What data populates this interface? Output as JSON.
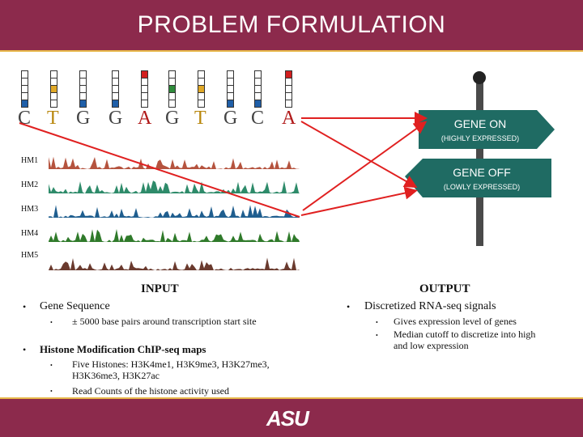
{
  "header": {
    "title": "PROBLEM FORMULATION"
  },
  "sequence": {
    "bases": [
      {
        "letter": "C",
        "color": "#1f5fa8",
        "marker_row": 4
      },
      {
        "letter": "T",
        "color": "#e0a826",
        "marker_row": 2
      },
      {
        "letter": "G",
        "color": "#1f5fa8",
        "marker_row": 4
      },
      {
        "letter": "G",
        "color": "#1f5fa8",
        "marker_row": 4
      },
      {
        "letter": "A",
        "color": "#d21f1f",
        "marker_row": 0
      },
      {
        "letter": "G",
        "color": "#2e8b3a",
        "marker_row": 2
      },
      {
        "letter": "T",
        "color": "#e0a826",
        "marker_row": 2
      },
      {
        "letter": "G",
        "color": "#1f5fa8",
        "marker_row": 4
      },
      {
        "letter": "C",
        "color": "#1f5fa8",
        "marker_row": 4
      },
      {
        "letter": "A",
        "color": "#d21f1f",
        "marker_row": 0
      }
    ]
  },
  "tracks": [
    {
      "label": "HM1",
      "color": "#b5533e"
    },
    {
      "label": "HM2",
      "color": "#2e8b6a"
    },
    {
      "label": "HM3",
      "color": "#1f5e8f"
    },
    {
      "label": "HM4",
      "color": "#2f7a2a"
    },
    {
      "label": "HM5",
      "color": "#6a3a2e"
    }
  ],
  "signs": {
    "on_title": "GENE ON",
    "on_sub": "(HIGHLY EXPRESSED)",
    "off_title": "GENE OFF",
    "off_sub": "(LOWLY EXPRESSED)"
  },
  "input": {
    "heading": "INPUT",
    "items": [
      {
        "text": "Gene Sequence",
        "subs": [
          "± 5000 base pairs around transcription start site"
        ]
      },
      {
        "text": "Histone Modification ChIP-seq maps",
        "subs": [
          "Five Histones: H3K4me1, H3K9me3, H3K27me3, H3K36me3, H3K27ac",
          "Read Counts of the histone activity used"
        ]
      }
    ]
  },
  "output": {
    "heading": "OUTPUT",
    "items": [
      {
        "text": "Discretized RNA-seq signals",
        "subs": [
          "Gives expression level of genes",
          "Median cutoff to discretize into high and low expression"
        ]
      }
    ]
  },
  "footer": {
    "logo": "ASU"
  },
  "colors": {
    "brand": "#8c2a4c",
    "accent": "#e8b84a",
    "arrow": "#e02020"
  }
}
